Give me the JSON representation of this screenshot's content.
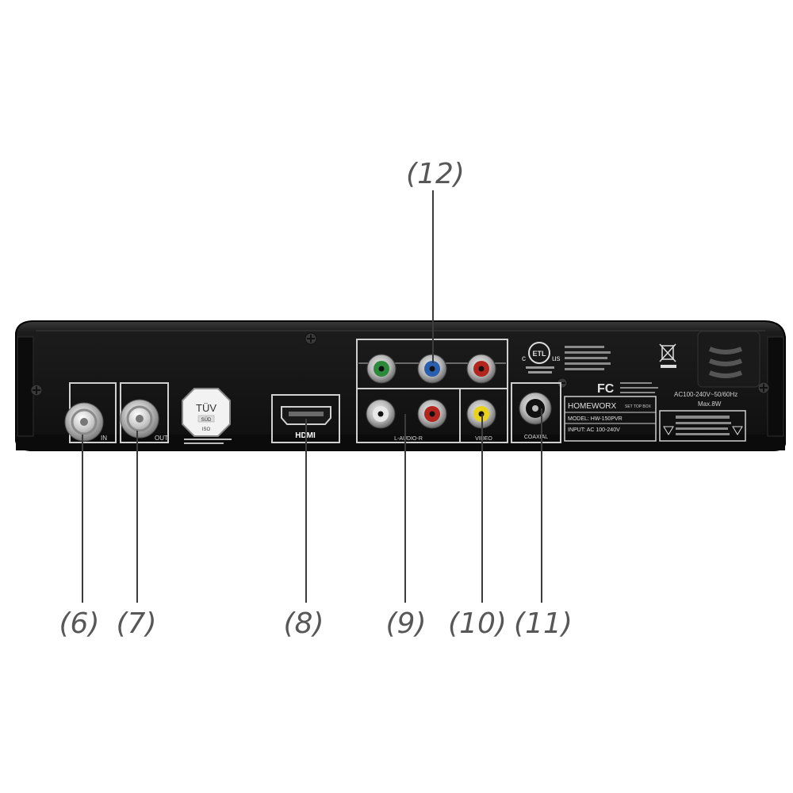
{
  "callouts": {
    "c6": "(6)",
    "c7": "(7)",
    "c8": "(8)",
    "c9": "(9)",
    "c10": "(10)",
    "c11": "(11)",
    "c12": "(12)"
  },
  "port_labels": {
    "rf_in": "IN",
    "rf_out": "OUT",
    "hdmi": "HDMI",
    "audio": "L-AUDIO-R",
    "video": "VIDEO",
    "coaxial": "COAXIAL"
  },
  "cert_marks": {
    "tuv": "TÜV",
    "tuv_sub": "SÜD",
    "tuv_bottom": "ISO",
    "fcc": "FC",
    "etl": "ETL",
    "etl_c": "c",
    "etl_us": "us"
  },
  "label_plate": {
    "brand": "HOMEWORX",
    "subtitle": "SET TOP BOX",
    "model": "MODEL: HW-150PVR",
    "input": "INPUT: AC 100-240V"
  },
  "power_rating": {
    "line1": "AC100-240V~50/60Hz",
    "line2": "Max.8W"
  },
  "colors": {
    "chassis": "#141414",
    "callout_text": "#575757",
    "line": "#3c3c3c",
    "green_jack": "#2d8a3a",
    "blue_jack": "#2a5fb0",
    "red_jack": "#b3261e",
    "white_jack": "#e8e8e8",
    "yellow_jack": "#e8d21a"
  }
}
